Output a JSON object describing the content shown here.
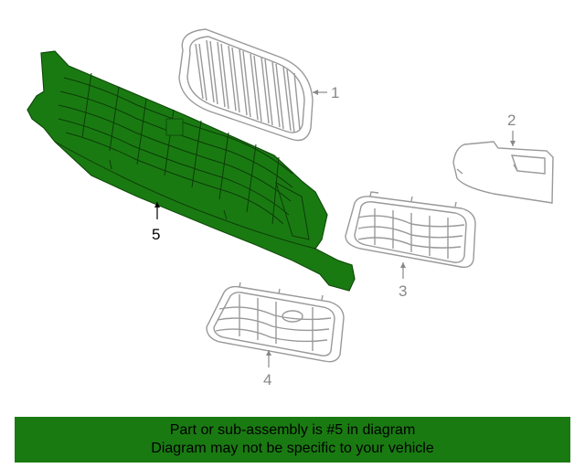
{
  "colors": {
    "highlight": "#1a7a12",
    "outline": "#999999",
    "banner_bg": "#1a7a12"
  },
  "callouts": [
    {
      "id": "1",
      "label": "1"
    },
    {
      "id": "2",
      "label": "2"
    },
    {
      "id": "3",
      "label": "3"
    },
    {
      "id": "4",
      "label": "4"
    },
    {
      "id": "5",
      "label": "5"
    }
  ],
  "banner": {
    "line1": "Part or sub-assembly is #5 in diagram",
    "line2": "Diagram may not be specific to your vehicle"
  }
}
